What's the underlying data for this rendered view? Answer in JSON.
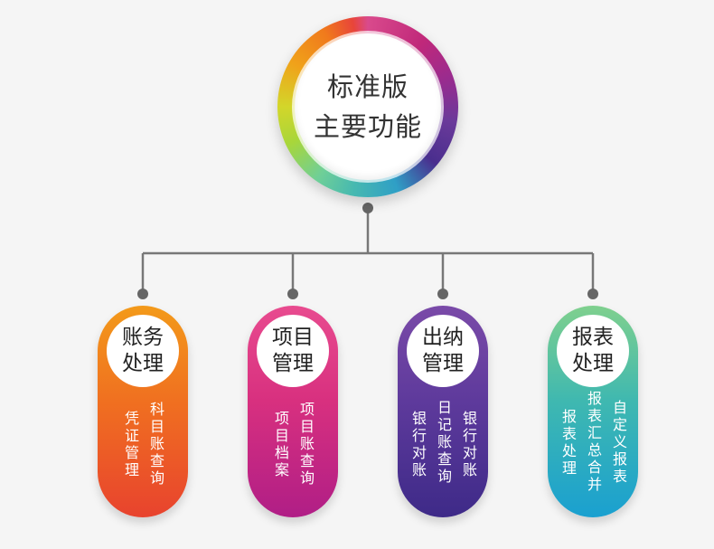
{
  "hub": {
    "line1": "标准版",
    "line2": "主要功能"
  },
  "modules": [
    {
      "title_line1": "账务",
      "title_line2": "处理",
      "columns": [
        "科目账查询",
        "凭证管理"
      ]
    },
    {
      "title_line1": "项目",
      "title_line2": "管理",
      "columns": [
        "项目账查询",
        "项目档案"
      ]
    },
    {
      "title_line1": "出纳",
      "title_line2": "管理",
      "columns": [
        "银行对账",
        "日记账查询",
        "银行对账"
      ]
    },
    {
      "title_line1": "报表",
      "title_line2": "处理",
      "columns": [
        "自定义报表",
        "报表汇总合并",
        "报表处理"
      ]
    }
  ],
  "colors": {
    "connector": "#777777",
    "background": "#f5f5f5"
  }
}
